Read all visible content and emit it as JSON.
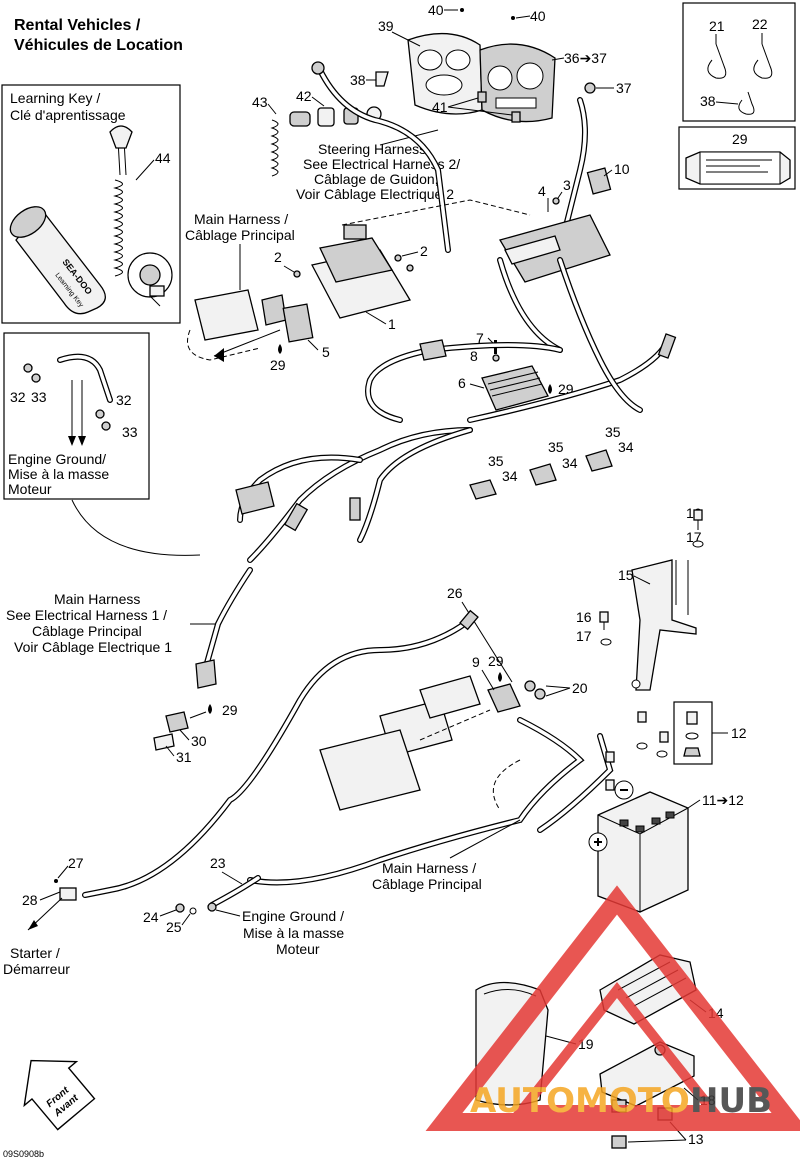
{
  "title": {
    "line1": "Rental Vehicles /",
    "line2": "Véhicules de Location"
  },
  "learning_key": {
    "line1": "Learning Key /",
    "line2": "Clé d'aprentissage",
    "part": "44",
    "brand": "SEA-DOO",
    "caption": "Learning Key"
  },
  "engine_ground_box": {
    "line1": "Engine Ground/",
    "line2": "Mise à la masse",
    "line3": "Moteur"
  },
  "steering_harness": {
    "line1": "Steering Harness,",
    "line2": "See Electrical Harness 2/",
    "line3": "Câblage de Guidon,",
    "line4": "Voir Câblage Electrique 2"
  },
  "main_harness_top": {
    "line1": "Main Harness /",
    "line2": "Câblage Principal"
  },
  "main_harness_left": {
    "line1": "Main Harness",
    "line2": "See Electrical Harness 1 /",
    "line3": "Câblage Principal",
    "line4": "Voir Câblage Electrique 1"
  },
  "main_harness_bottom": {
    "line1": "Main Harness /",
    "line2": "Câblage Principal"
  },
  "engine_ground_bottom": {
    "line1": "Engine Ground /",
    "line2": "Mise à la masse",
    "line3": "Moteur"
  },
  "starter": {
    "line1": "Starter /",
    "line2": "Démarreur"
  },
  "front": {
    "line1": "Front",
    "line2": "Avant"
  },
  "footer_code": "09S0908b",
  "watermark": {
    "part1": "AUTOMOTO",
    "part2": "HUB",
    "color_red": "#e53935",
    "color_orange": "#f5a623",
    "color_dark": "#3a3a3a"
  },
  "callouts": {
    "c40a": "40",
    "c40b": "40",
    "c39": "39",
    "c36": "36➔37",
    "c37": "37",
    "c38": "38",
    "c42": "42",
    "c43": "43",
    "c41": "41",
    "c3": "3",
    "c4": "4",
    "c10": "10",
    "c2a": "2",
    "c2b": "2",
    "c1": "1",
    "c5": "5",
    "c29a": "29",
    "c7": "7",
    "c8": "8",
    "c6": "6",
    "c29b": "29",
    "c35a": "35",
    "c34a": "34",
    "c35b": "35",
    "c34b": "34",
    "c35c": "35",
    "c34c": "34",
    "c32a": "32",
    "c33a": "33",
    "c32b": "32",
    "c33b": "33",
    "c16a": "16",
    "c17a": "17",
    "c15": "15",
    "c16b": "16",
    "c17b": "17",
    "c26": "26",
    "c9": "9",
    "c29c": "29",
    "c20": "20",
    "c29d": "29",
    "c30": "30",
    "c31": "31",
    "c12": "12",
    "c11": "11➔12",
    "c27": "27",
    "c28": "28",
    "c23": "23",
    "c24": "24",
    "c25": "25",
    "c14": "14",
    "c19": "19",
    "c18": "18",
    "c13": "13",
    "c21": "21",
    "c22": "22",
    "c38b": "38",
    "c29e": "29"
  }
}
